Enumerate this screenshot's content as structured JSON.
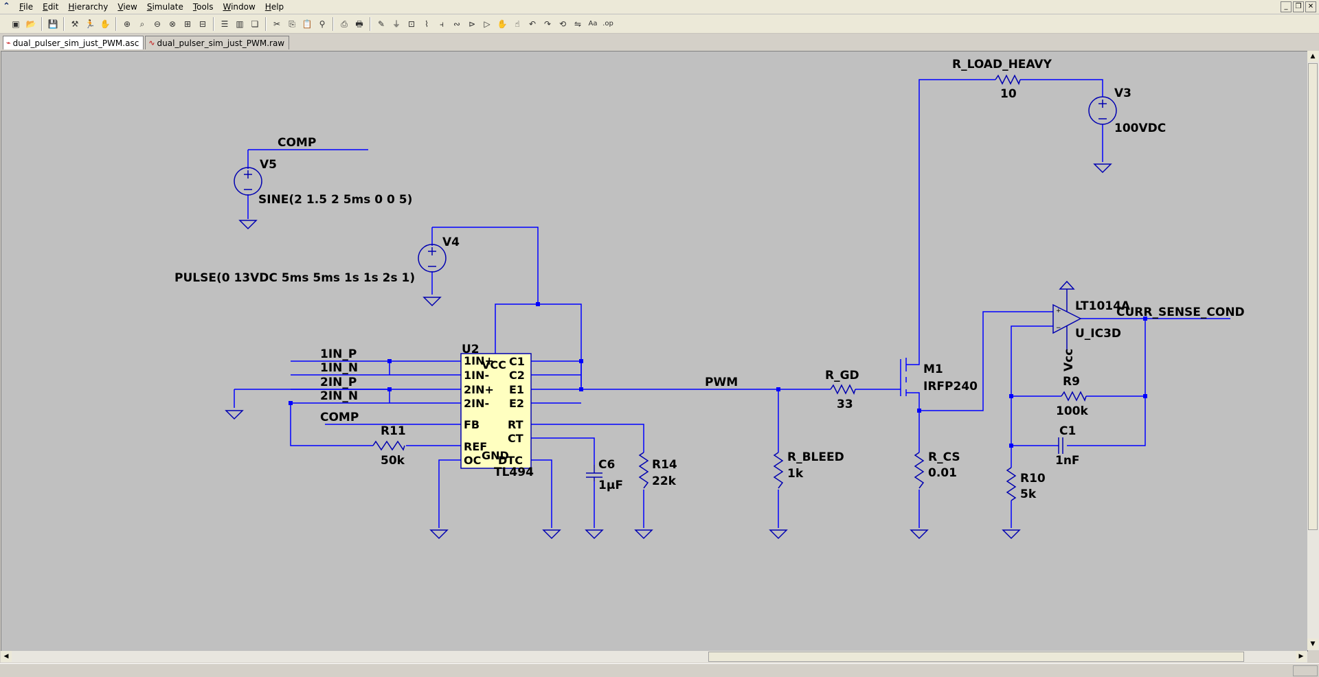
{
  "menubar": {
    "items": [
      "File",
      "Edit",
      "Hierarchy",
      "View",
      "Simulate",
      "Tools",
      "Window",
      "Help"
    ]
  },
  "toolbar": {
    "icons": [
      "new-schematic-icon",
      "open-icon",
      "save-icon",
      "control-panel-icon",
      "run-icon",
      "halt-icon",
      "zoom-in-icon",
      "zoom-pan-icon",
      "zoom-out-icon",
      "zoom-fit-icon",
      "autorange-icon",
      "grid-icon",
      "tile-horizontal-icon",
      "tile-vertical-icon",
      "cascade-icon",
      "cut-icon",
      "copy-icon",
      "paste-icon",
      "find-icon",
      "print-setup-icon",
      "print-icon",
      "wire-icon",
      "ground-icon",
      "label-icon",
      "resistor-icon",
      "capacitor-icon",
      "inductor-icon",
      "diode-icon",
      "component-icon",
      "move-icon",
      "drag-icon",
      "undo-icon",
      "redo-icon",
      "rotate-icon",
      "mirror-icon",
      "text-icon",
      "spice-directive-icon"
    ]
  },
  "tabs": [
    {
      "label": "dual_pulser_sim_just_PWM.asc",
      "icon": "schematic-icon",
      "active": true
    },
    {
      "label": "dual_pulser_sim_just_PWM.raw",
      "icon": "waveform-icon",
      "active": false
    }
  ],
  "schematic": {
    "labels": {
      "r_load_heavy": "R_LOAD_HEAVY",
      "r_load_heavy_val": "10",
      "v3": "V3",
      "v3_val": "100VDC",
      "comp_top": "COMP",
      "v5": "V5",
      "v5_val": "SINE(2 1.5 2 5ms 0 0 5)",
      "v4": "V4",
      "v4_val": "PULSE(0 13VDC 5ms 5ms 1s 1s 2s 1)",
      "lt1014a": "LT1014A",
      "curr_sense": "CURR_SENSE_COND",
      "u_ic3d": "U_IC3D",
      "vcc_op": "Vcc",
      "m1": "M1",
      "irfp240": "IRFP240",
      "u2": "U2",
      "net_1in_p": "1IN_P",
      "net_1in_n": "1IN_N",
      "net_2in_p": "2IN_P",
      "net_2in_n": "2IN_N",
      "comp_left": "COMP",
      "pwm": "PWM",
      "r_gd": "R_GD",
      "r_gd_val": "33",
      "r9": "R9",
      "r9_val": "100k",
      "r11": "R11",
      "r11_val": "50k",
      "c1": "C1",
      "c1_val": "1nF",
      "c6": "C6",
      "c6_val": "1µF",
      "r14": "R14",
      "r14_val": "22k",
      "r_bleed": "R_BLEED",
      "r_bleed_val": "1k",
      "r_cs": "R_CS",
      "r_cs_val": "0.01",
      "r10": "R10",
      "r10_val": "5k",
      "tl494": "TL494"
    },
    "u2_pins_left": [
      "1IN+",
      "1IN-",
      "2IN+",
      "2IN-",
      "FB",
      "REF",
      "OC"
    ],
    "u2_pins_right": [
      "C1",
      "C2",
      "E1",
      "E2",
      "RT",
      "CT",
      "DTC"
    ],
    "u2_pins_extra": {
      "vcc": "VCC",
      "gnd": "GND"
    },
    "colors": {
      "wire": "#0000ff",
      "symbol": "#0000b0",
      "ic_fill": "#ffffc0",
      "canvas": "#c0c0c0"
    }
  }
}
